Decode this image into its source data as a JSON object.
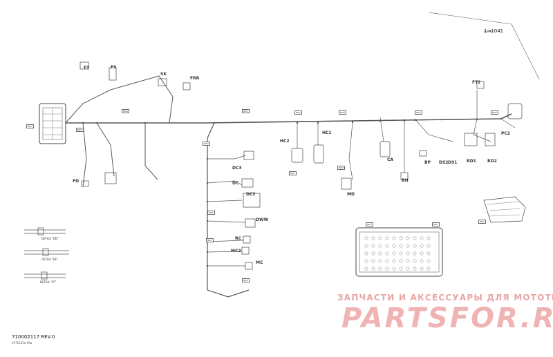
{
  "part_number": "710002117 REV.0",
  "drawing_code": "2971203a-90a",
  "reference": "1→1041",
  "watermark": {
    "line1": "ЗАПЧАСТИ И АКСЕССУАРЫ ДЛЯ МОТОТЕХНИКИ",
    "line2": "PARTSFOR.RU",
    "color": "#e05858"
  },
  "details": [
    "DETAIL \"DD\"",
    "DETAIL \"EE\"",
    "DETAIL \"FF\""
  ],
  "connector_codes": [
    "FT",
    "FS",
    "FD",
    "SK",
    "FRR",
    "DC3",
    "DC",
    "DC2",
    "DWW",
    "RC",
    "MC2",
    "MC",
    "HC2",
    "HC1",
    "CA",
    "MD",
    "BH",
    "BP",
    "DS2",
    "DS1",
    "RD1",
    "RD2",
    "PC2",
    "FT2"
  ],
  "callout_tags": [
    "8W7",
    "8W7",
    "8W9",
    "8W7",
    "8W7",
    "8W7",
    "8W9",
    "8W7",
    "8W7",
    "8W7",
    "8W7",
    "8W7",
    "8W7",
    "8W9",
    "8W7",
    "8W7",
    "8W7"
  ],
  "colors": {
    "line": "#555555",
    "connector": "#444444",
    "watermark": "#e05858"
  }
}
